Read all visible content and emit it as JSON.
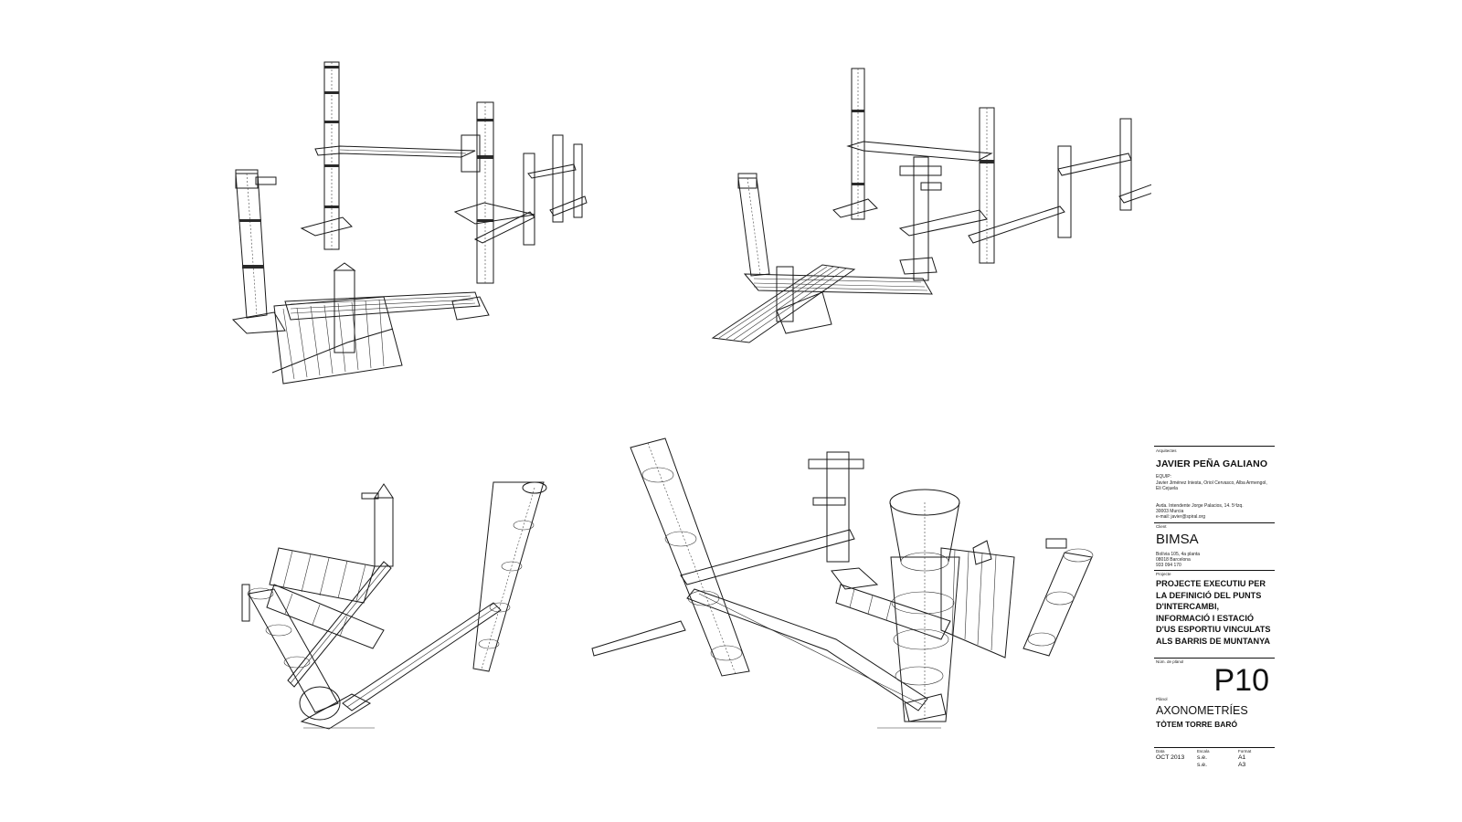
{
  "title_block": {
    "architects_caption": "Arquitectes",
    "architect": "JAVIER PEÑA GALIANO",
    "team_label": "EQUIP:",
    "team": "Javier Jiménez Iniesta, Oriol Cervasco, Alba Armengol, Eli Cejuela",
    "address_line1": "Avda. Intendente Jorge Palacios, 14. 5ºIzq.",
    "address_line2": "30003 Murcia",
    "address_line3": "e-mail: javier@spiral.org",
    "client_caption": "Client",
    "client": "BIMSA",
    "client_address_line1": "Bolívia 105, 4a planta",
    "client_address_line2": "08018 Barcelona",
    "client_address_line3": "933 094 170",
    "project_caption": "Projecte",
    "project_lines": [
      "PROJECTE EXECUTIU PER",
      "LA DEFINICIÓ DEL PUNTS",
      "D'INTERCAMBI,",
      "INFORMACIÓ I ESTACIÓ",
      "D'US ESPORTIU VINCULATS",
      "ALS BARRIS DE MUNTANYA"
    ],
    "plan_number_caption": "Núm. de plànol",
    "plan_number": "P10",
    "plan_caption": "Plànol",
    "plan_title": "AXONOMETRÍES",
    "plan_subtitle": "TÒTEM TORRE BARÓ",
    "date_caption": "Data",
    "date": "OCT 2013",
    "scale_caption": "Escala",
    "scale_1": "s.e.",
    "scale_2": "s.e.",
    "format_caption": "Format",
    "format_1": "A1",
    "format_2": "A3"
  }
}
